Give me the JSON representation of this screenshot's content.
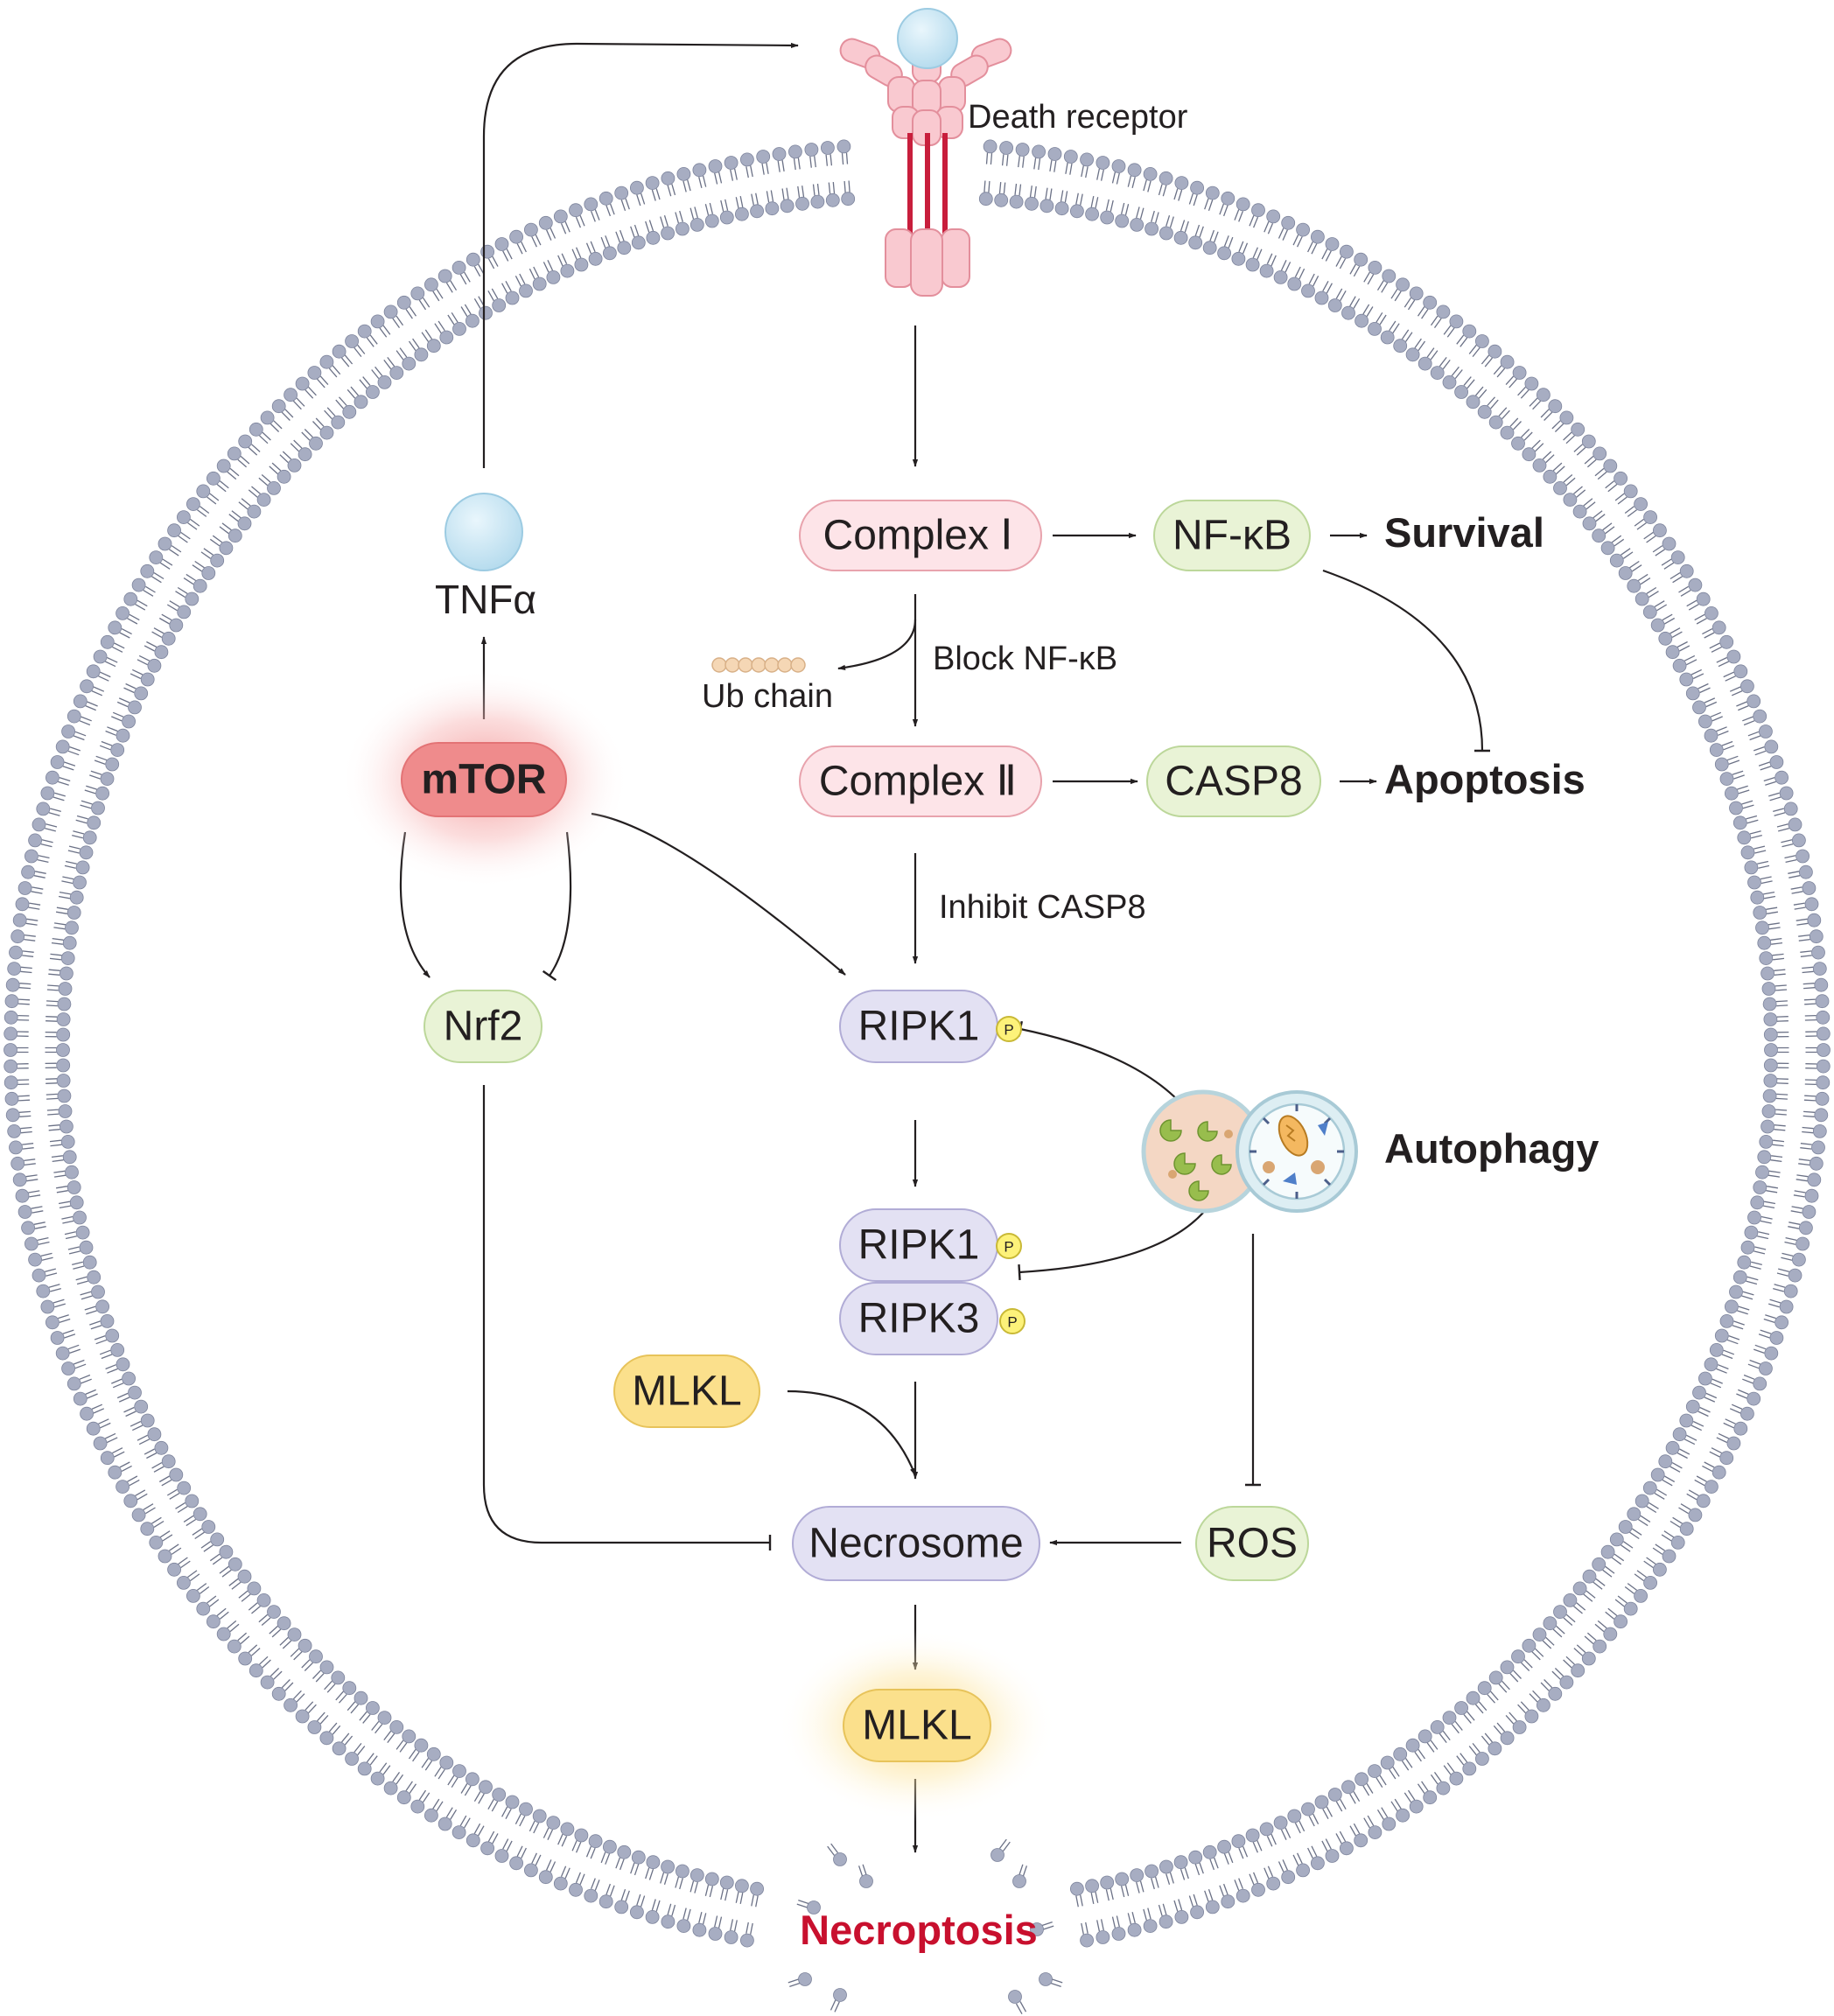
{
  "labels": {
    "death_receptor": "Death receptor",
    "tnfa": "TNFα",
    "block_nfkb": "Block NF-κB",
    "ub_chain": "Ub chain",
    "inhibit_casp8": "Inhibit CASP8",
    "survival": "Survival",
    "apoptosis": "Apoptosis",
    "autophagy": "Autophagy",
    "necroptosis": "Necroptosis",
    "phospho": "P"
  },
  "nodes": {
    "complex1": "Complex Ⅰ",
    "nfkb": "NF-κB",
    "complex2": "Complex Ⅱ",
    "casp8": "CASP8",
    "mtor": "mTOR",
    "nrf2": "Nrf2",
    "ripk1": "RIPK1",
    "ripk1_b": "RIPK1",
    "ripk3": "RIPK3",
    "mlkl_in": "MLKL",
    "necrosome": "Necrosome",
    "ros": "ROS",
    "mlkl_out": "MLKL"
  },
  "colors": {
    "complex_fill": "#fde4e8",
    "complex_stroke": "#e8a3ad",
    "green_fill": "#e9f3d6",
    "green_stroke": "#bcd79a",
    "purple_fill": "#e3e1f3",
    "purple_stroke": "#b1acd6",
    "yellow_fill": "#fbe08c",
    "yellow_stroke": "#e7c35a",
    "mtor_fill": "#ef8b8c",
    "membrane": "#a7adc2",
    "necroptosis_text": "#c8102e"
  }
}
